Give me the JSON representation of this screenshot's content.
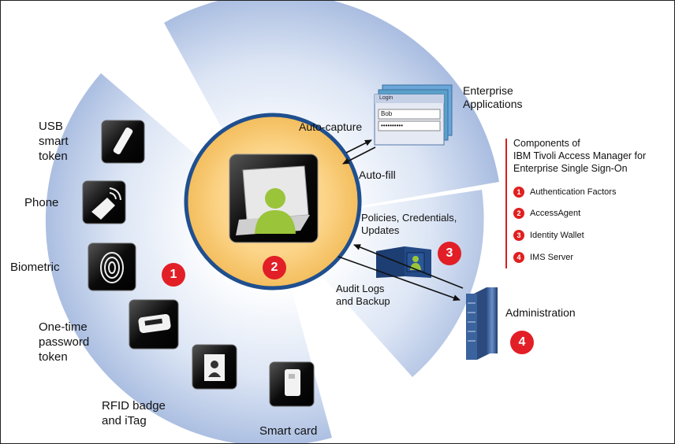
{
  "factors": {
    "usb": "USB\nsmart\ntoken",
    "phone": "Phone",
    "biometric": "Biometric",
    "otp": "One-time\npassword\ntoken",
    "rfid": "RFID badge\nand iTag",
    "smartcard": "Smart card"
  },
  "enterprise_apps": "Enterprise\nApplications",
  "login_window": {
    "title": "Login",
    "username": "Bob",
    "password": "••••••••••"
  },
  "flows": {
    "auto_capture": "Auto-capture",
    "auto_fill": "Auto-fill",
    "policies": "Policies, Credentials,\nUpdates",
    "audit": "Audit Logs\nand Backup"
  },
  "administration": "Administration",
  "legend": {
    "title": "Components of\nIBM Tivoli Access Manager for\nEnterprise Single Sign-On",
    "items": [
      {
        "num": "1",
        "label": "Authentication Factors"
      },
      {
        "num": "2",
        "label": "AccessAgent"
      },
      {
        "num": "3",
        "label": "Identity Wallet"
      },
      {
        "num": "4",
        "label": "IMS Server"
      }
    ]
  },
  "badges": {
    "b1": "1",
    "b2": "2",
    "b3": "3",
    "b4": "4"
  },
  "colors": {
    "sector": "#a9bde0",
    "center": "#f7c870",
    "red": "#e21f26",
    "legend_line": "#d81e1e"
  }
}
